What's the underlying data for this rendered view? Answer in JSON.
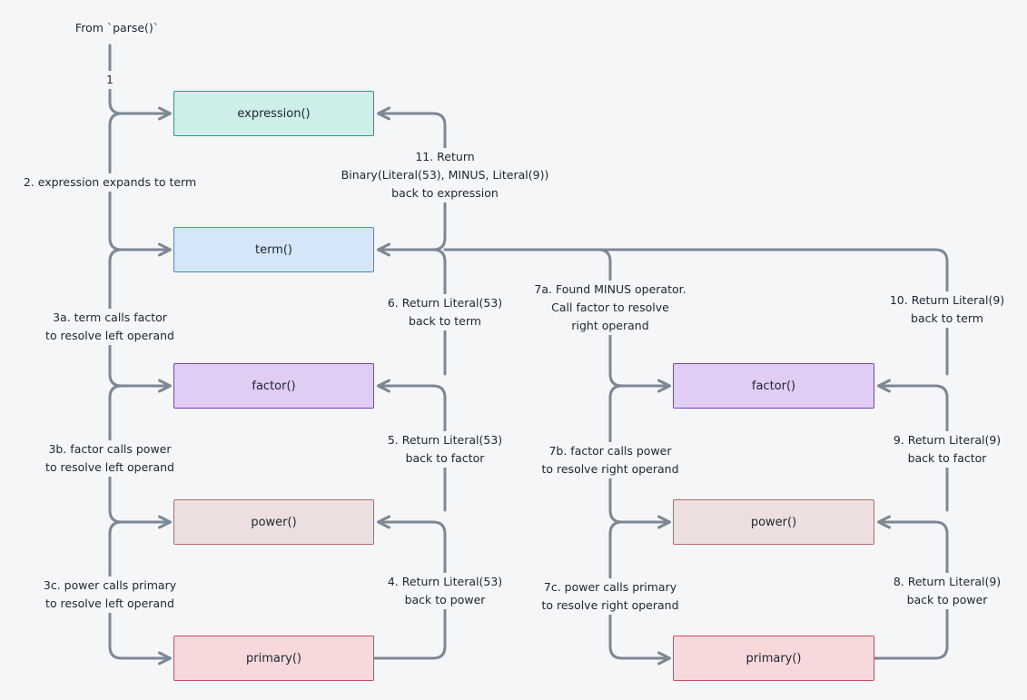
{
  "nodes": {
    "expression": "expression()",
    "term": "term()",
    "factor_left": "factor()",
    "power_left": "power()",
    "primary_left": "primary()",
    "factor_right": "factor()",
    "power_right": "power()",
    "primary_right": "primary()"
  },
  "labels": {
    "entry": "From `parse()`",
    "step1": "1",
    "step2": "2. expression expands to term",
    "step3a": [
      "3a. term calls factor",
      "to resolve left operand"
    ],
    "step3b": [
      "3b. factor calls power",
      "to resolve left operand"
    ],
    "step3c": [
      "3c. power calls primary",
      "to resolve left operand"
    ],
    "step4": [
      "4. Return Literal(53)",
      "back to power"
    ],
    "step5": [
      "5. Return Literal(53)",
      "back to factor"
    ],
    "step6": [
      "6. Return Literal(53)",
      "back to term"
    ],
    "step7a": [
      "7a. Found MINUS operator.",
      "Call factor to resolve",
      "right operand"
    ],
    "step7b": [
      "7b. factor calls power",
      "to resolve right operand"
    ],
    "step7c": [
      "7c. power calls primary",
      "to resolve right operand"
    ],
    "step8": [
      "8. Return Literal(9)",
      "back to power"
    ],
    "step9": [
      "9. Return Literal(9)",
      "back to factor"
    ],
    "step10": [
      "10. Return Literal(9)",
      "back to term"
    ],
    "step11": [
      "11. Return",
      "Binary(Literal(53), MINUS, Literal(9))",
      "back to expression"
    ]
  },
  "colors": {
    "wire": "#7e8894",
    "background": "#f4f6f8"
  }
}
